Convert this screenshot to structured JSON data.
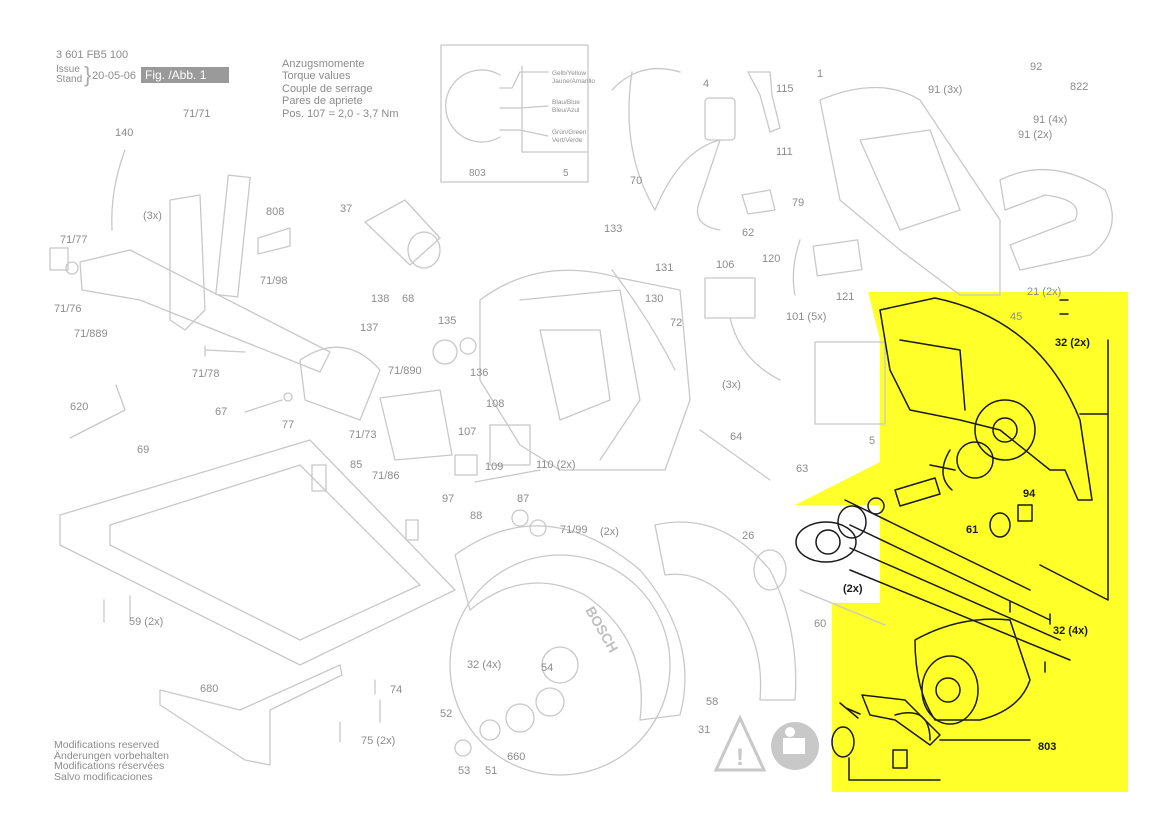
{
  "header": {
    "part_number": "3 601 FB5 100",
    "issue_label_1": "Issue",
    "issue_label_2": "Stand",
    "date": "20-05-06",
    "figure_label": "Fig. /Abb. 1"
  },
  "torque_note": {
    "lines": [
      "Anzugsmomente",
      "Torque values",
      "Couple de serrage",
      "Pares de apriete",
      "Pos. 107 =  2,0 - 3,7 Nm"
    ]
  },
  "wiring_box": {
    "labels": [
      "Gelb/Yellow",
      "Jaune/Amarillo",
      "Blau/Blue",
      "Bleu/Azul",
      "Grün/Green",
      "Vert/Verde"
    ],
    "ref_left": "803",
    "ref_right": "5"
  },
  "footer_note": {
    "lines": [
      "Modifications reserved",
      "Änderungen vorbehalten",
      "Modifications réservées",
      "Salvo modificaciones"
    ]
  },
  "brand": "BOSCH",
  "highlight_color": "#ffff2a",
  "line_color": "#c8c8c8",
  "dark_color": "#1a1a1a",
  "part_labels": [
    {
      "text": "140"
    },
    {
      "text": "71/71"
    },
    {
      "text": "(3x)"
    },
    {
      "text": "808"
    },
    {
      "text": "71/77"
    },
    {
      "text": "71/76"
    },
    {
      "text": "71/889"
    },
    {
      "text": "71/98"
    },
    {
      "text": "71/78"
    },
    {
      "text": "620"
    },
    {
      "text": "67"
    },
    {
      "text": "77"
    },
    {
      "text": "138"
    },
    {
      "text": "68"
    },
    {
      "text": "137"
    },
    {
      "text": "71/890"
    },
    {
      "text": "71/73"
    },
    {
      "text": "37"
    },
    {
      "text": "69"
    },
    {
      "text": "85"
    },
    {
      "text": "71/86"
    },
    {
      "text": "59 (2x)"
    },
    {
      "text": "680"
    },
    {
      "text": "74"
    },
    {
      "text": "75 (2x)"
    },
    {
      "text": "135"
    },
    {
      "text": "136"
    },
    {
      "text": "108"
    },
    {
      "text": "107"
    },
    {
      "text": "109"
    },
    {
      "text": "97"
    },
    {
      "text": "88"
    },
    {
      "text": "87"
    },
    {
      "text": "71/99"
    },
    {
      "text": "110 (2x)"
    },
    {
      "text": "(2x)"
    },
    {
      "text": "32 (4x)"
    },
    {
      "text": "52"
    },
    {
      "text": "53"
    },
    {
      "text": "51"
    },
    {
      "text": "660"
    },
    {
      "text": "54"
    },
    {
      "text": "31"
    },
    {
      "text": "58"
    },
    {
      "text": "60"
    },
    {
      "text": "26"
    },
    {
      "text": "133"
    },
    {
      "text": "131"
    },
    {
      "text": "130"
    },
    {
      "text": "70"
    },
    {
      "text": "4"
    },
    {
      "text": "115"
    },
    {
      "text": "111"
    },
    {
      "text": "79"
    },
    {
      "text": "62"
    },
    {
      "text": "1"
    },
    {
      "text": "106"
    },
    {
      "text": "72"
    },
    {
      "text": "101 (5x)"
    },
    {
      "text": "(3x)"
    },
    {
      "text": "64"
    },
    {
      "text": "63"
    },
    {
      "text": "120"
    },
    {
      "text": "121"
    },
    {
      "text": "5"
    },
    {
      "text": "92"
    },
    {
      "text": "91 (3x)"
    },
    {
      "text": "822"
    },
    {
      "text": "91 (4x)"
    },
    {
      "text": "91 (2x)"
    },
    {
      "text": "21 (2x)"
    },
    {
      "text": "45"
    }
  ],
  "highlighted_labels": [
    {
      "text": "32 (2x)"
    },
    {
      "text": "94"
    },
    {
      "text": "61"
    },
    {
      "text": "(2x)"
    },
    {
      "text": "32 (4x)"
    },
    {
      "text": "803"
    }
  ]
}
